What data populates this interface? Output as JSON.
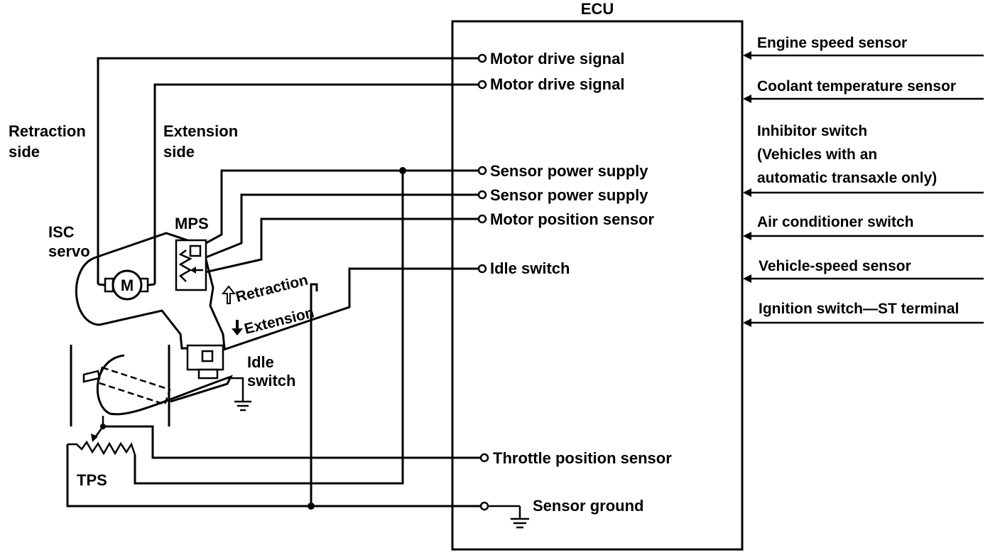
{
  "ecu": {
    "title": "ECU"
  },
  "terminals": [
    "Motor drive signal",
    "Motor drive signal",
    "Sensor power supply",
    "Sensor power supply",
    "Motor position sensor",
    "Idle switch",
    "Throttle position sensor",
    "Sensor ground"
  ],
  "inputs": [
    [
      "Engine speed sensor"
    ],
    [
      "Coolant temperature sensor"
    ],
    [
      "Inhibitor switch",
      "(Vehicles with an",
      "automatic transaxle only)"
    ],
    [
      "Air conditioner switch"
    ],
    [
      "Vehicle-speed sensor"
    ],
    [
      "Ignition switch—ST terminal"
    ]
  ],
  "labels": {
    "retraction_side": [
      "Retraction",
      "side"
    ],
    "extension_side": [
      "Extension",
      "side"
    ],
    "isc_servo": [
      "ISC",
      "servo"
    ],
    "mps": "MPS",
    "motor": "M",
    "retraction_arrow": "Retraction",
    "extension_arrow": "Extension",
    "idle_switch": [
      "Idle",
      "switch"
    ],
    "tps": "TPS"
  }
}
